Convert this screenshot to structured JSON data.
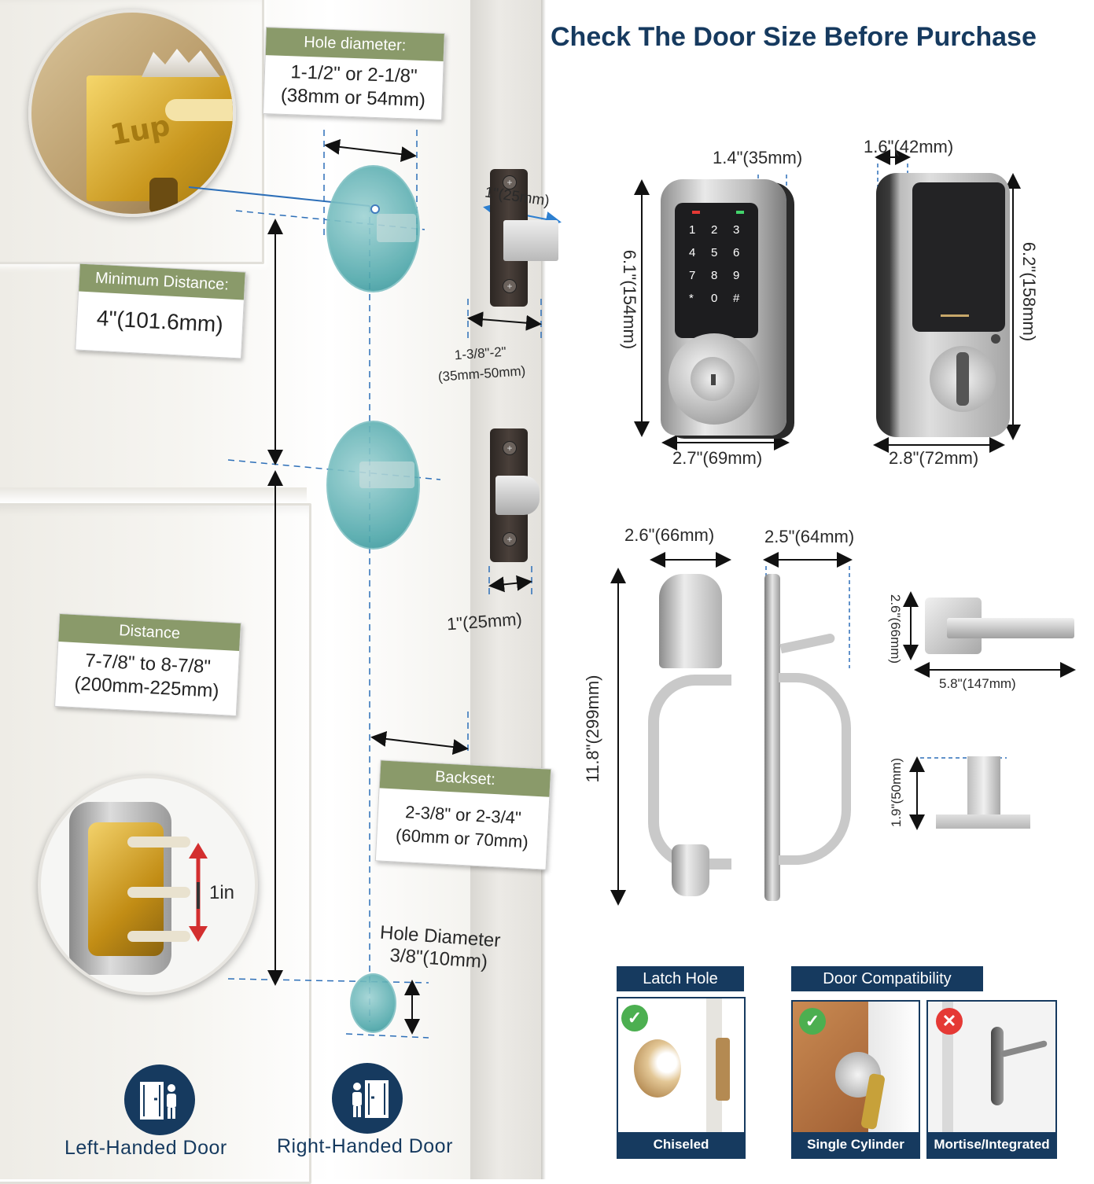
{
  "title": "Check The Door Size Before Purchase",
  "colors": {
    "navy": "#163a5f",
    "olive": "#8a9a6a",
    "hole_teal": "#4fa8ab",
    "check_green": "#4caf50",
    "cross_red": "#e53935",
    "arrow_red": "#d32f2f"
  },
  "door": {
    "hole_diameter": {
      "heading": "Hole diameter:",
      "line1": "1-1/2\" or 2-1/8\"",
      "line2": "(38mm or 54mm)"
    },
    "minimum_distance": {
      "heading": "Minimum Distance:",
      "value": "4\"(101.6mm)"
    },
    "distance": {
      "heading": "Distance",
      "line1": "7-7/8\" to 8-7/8\"",
      "line2": "(200mm-225mm)"
    },
    "backset": {
      "heading": "Backset:",
      "line1": "2-3/8\" or 2-3/4\"",
      "line2": "(60mm or 70mm)"
    },
    "small_hole": {
      "line1": "Hole Diameter",
      "line2": "3/8\"(10mm)"
    },
    "strike_depth": "1\"(25mm)",
    "door_thickness": {
      "line1": "1-3/8\"-2\"",
      "line2": "(35mm-50mm)"
    },
    "latch_depth": "1\"(25mm)",
    "adjust_label": "1in",
    "brand_mark": "1up"
  },
  "door_types": [
    {
      "label": "Left-Handed Door",
      "icon": "left-handed-door-icon"
    },
    {
      "label": "Right-Handed Door",
      "icon": "right-handed-door-icon"
    }
  ],
  "keypad_dims": {
    "depth": "1.4\"(35mm)",
    "height": "6.1\"(154mm)",
    "width": "2.7\"(69mm)",
    "keys": [
      "1",
      "2",
      "3",
      "4",
      "5",
      "6",
      "7",
      "8",
      "9",
      "*",
      "0",
      "#"
    ]
  },
  "interior_dims": {
    "depth": "1.6\"(42mm)",
    "height": "6.2\"(158mm)",
    "width": "2.8\"(72mm)"
  },
  "handle_dims": {
    "front_width": "2.6\"(66mm)",
    "side_width": "2.5\"(64mm)",
    "height": "11.8\"(299mm)"
  },
  "lever_dims": {
    "height": "2.6\"(66mm)",
    "length": "5.8\"(147mm)"
  },
  "knob_dims": {
    "height": "1.9\"(50mm)"
  },
  "latch_hole": {
    "heading": "Latch Hole",
    "caption": "Chiseled",
    "status": "check"
  },
  "door_compat": {
    "heading": "Door Compatibility",
    "cards": [
      {
        "caption": "Single Cylinder",
        "status": "check"
      },
      {
        "caption": "Mortise/Integrated",
        "status": "cross"
      }
    ]
  }
}
